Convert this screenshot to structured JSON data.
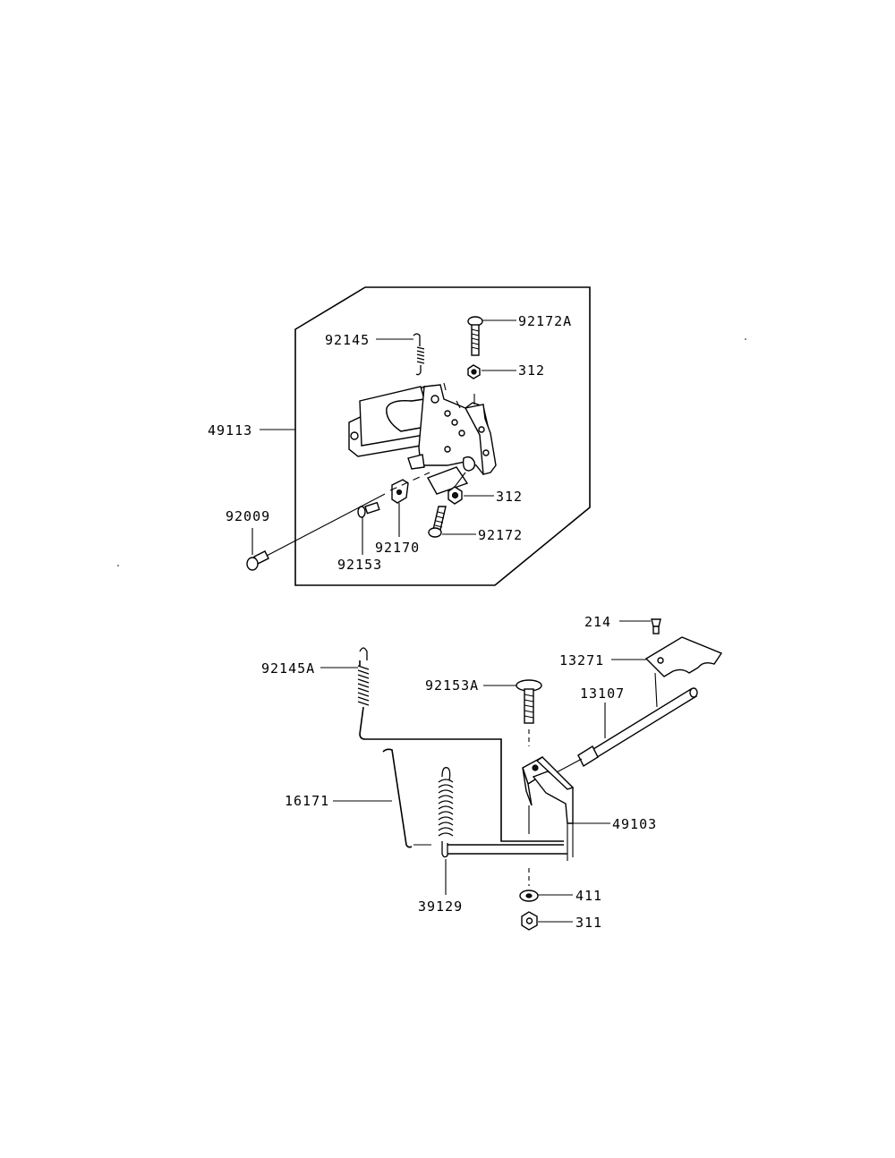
{
  "diagram": {
    "colors": {
      "line": "#000000",
      "background": "#ffffff"
    },
    "labels": {
      "p92172A": "92172A",
      "p92145": "92145",
      "p312_top": "312",
      "p49113": "49113",
      "p312_mid": "312",
      "p92009": "92009",
      "p92172": "92172",
      "p92170": "92170",
      "p92153": "92153",
      "p214": "214",
      "p13271": "13271",
      "p92145A": "92145A",
      "p13107": "13107",
      "p92153A": "92153A",
      "p16171": "16171",
      "p49103": "49103",
      "p411": "411",
      "p39129": "39129",
      "p311": "311"
    }
  }
}
